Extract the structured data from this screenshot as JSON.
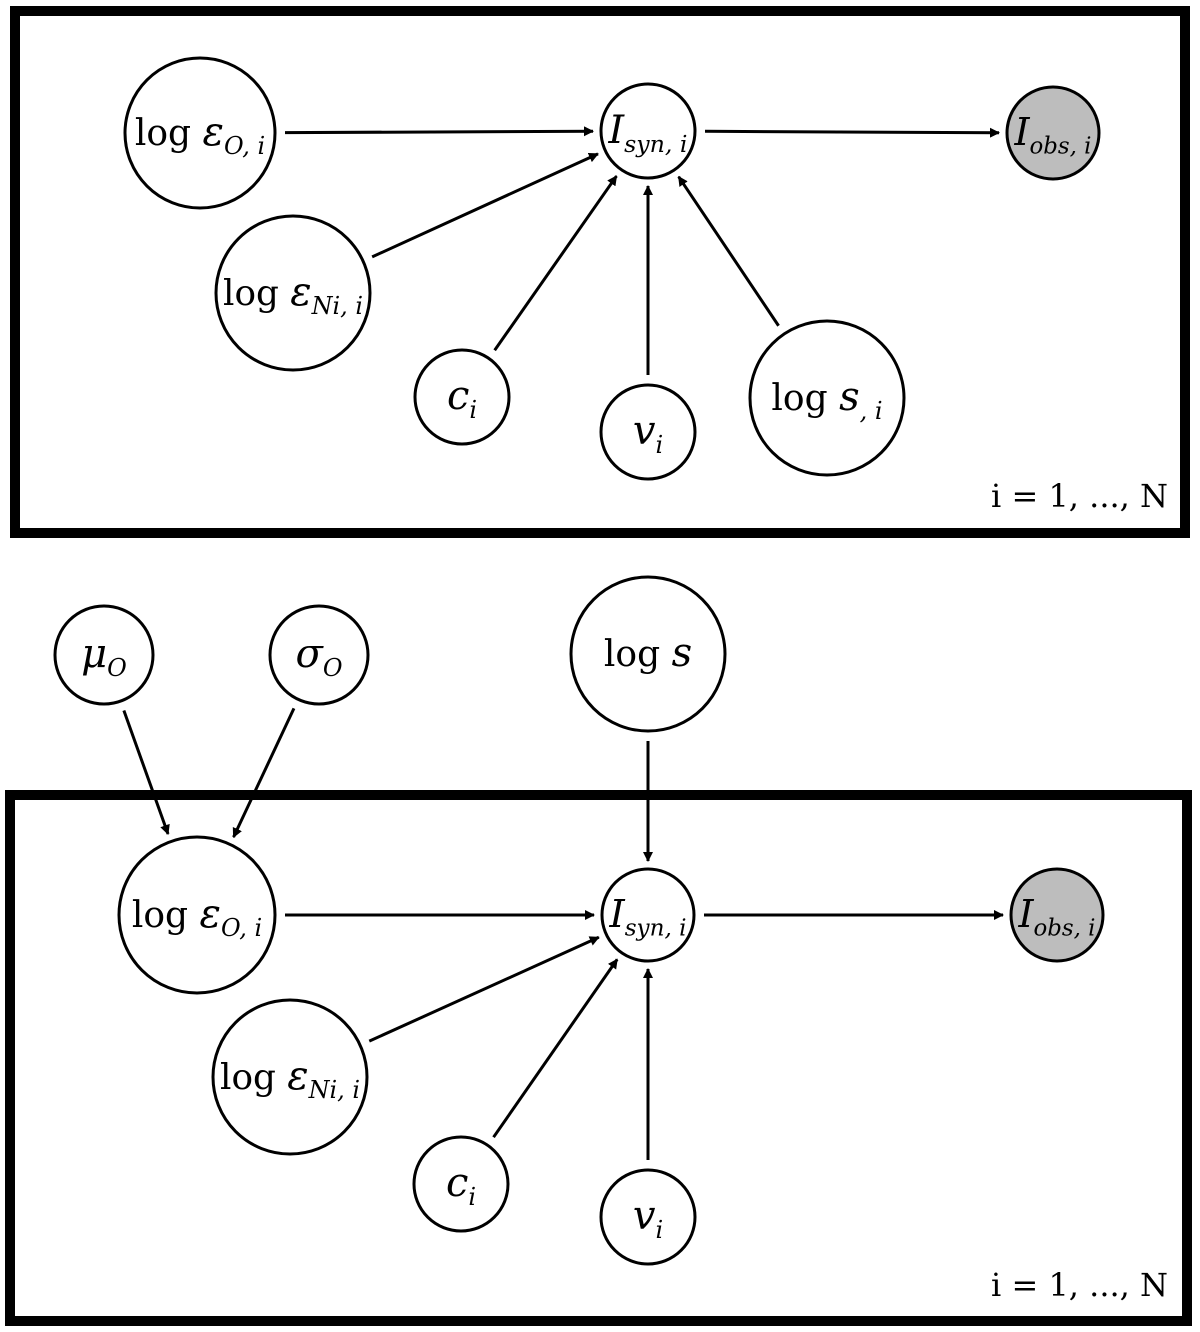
{
  "colors": {
    "observed_fill": "#bdbdbd",
    "latent_fill": "#ffffff",
    "stroke": "#000000"
  },
  "panels": [
    {
      "name": "per-star-scale-model",
      "plate_label": "i = 1, ..., N",
      "nodes": [
        {
          "id": "log_eps_O_i",
          "base": "log ε",
          "sub": "O, i",
          "observed": false
        },
        {
          "id": "I_syn_i",
          "base": "I",
          "sub": "syn, i",
          "observed": false
        },
        {
          "id": "I_obs_i",
          "base": "I",
          "sub": "obs, i",
          "observed": true
        },
        {
          "id": "log_eps_Ni_i",
          "base": "log ε",
          "sub": "Ni, i",
          "observed": false
        },
        {
          "id": "c_i",
          "base": "c",
          "sub": "i",
          "observed": false
        },
        {
          "id": "v_i",
          "base": "v",
          "sub": "i",
          "observed": false
        },
        {
          "id": "log_s_i",
          "base": "log s",
          "sub": ", i",
          "observed": false
        }
      ],
      "edges": [
        [
          "log_eps_O_i",
          "I_syn_i"
        ],
        [
          "log_eps_Ni_i",
          "I_syn_i"
        ],
        [
          "c_i",
          "I_syn_i"
        ],
        [
          "v_i",
          "I_syn_i"
        ],
        [
          "log_s_i",
          "I_syn_i"
        ],
        [
          "I_syn_i",
          "I_obs_i"
        ]
      ]
    },
    {
      "name": "hierarchical-model",
      "plate_label": "i = 1, ..., N",
      "nodes": [
        {
          "id": "mu_O",
          "base": "μ",
          "sub": "O",
          "observed": false
        },
        {
          "id": "sigma_O",
          "base": "σ",
          "sub": "O",
          "observed": false
        },
        {
          "id": "log_s",
          "base": "log s",
          "sub": "",
          "observed": false
        },
        {
          "id": "log_eps_O_i",
          "base": "log ε",
          "sub": "O, i",
          "observed": false
        },
        {
          "id": "I_syn_i",
          "base": "I",
          "sub": "syn, i",
          "observed": false
        },
        {
          "id": "I_obs_i",
          "base": "I",
          "sub": "obs, i",
          "observed": true
        },
        {
          "id": "log_eps_Ni_i",
          "base": "log ε",
          "sub": "Ni, i",
          "observed": false
        },
        {
          "id": "c_i",
          "base": "c",
          "sub": "i",
          "observed": false
        },
        {
          "id": "v_i",
          "base": "v",
          "sub": "i",
          "observed": false
        }
      ],
      "edges": [
        [
          "mu_O",
          "log_eps_O_i"
        ],
        [
          "sigma_O",
          "log_eps_O_i"
        ],
        [
          "log_s",
          "I_syn_i"
        ],
        [
          "log_eps_O_i",
          "I_syn_i"
        ],
        [
          "log_eps_Ni_i",
          "I_syn_i"
        ],
        [
          "c_i",
          "I_syn_i"
        ],
        [
          "v_i",
          "I_syn_i"
        ],
        [
          "I_syn_i",
          "I_obs_i"
        ]
      ]
    }
  ]
}
